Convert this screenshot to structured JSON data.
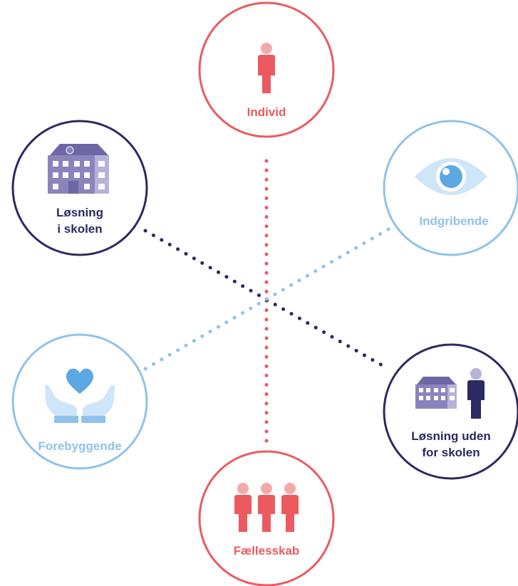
{
  "colors": {
    "red": "#ec5a5f",
    "red_light": "#f2aaa9",
    "navy": "#2b2a63",
    "purple": "#8a84bd",
    "purple_dark": "#6d67a6",
    "purple_light": "#b6b2d8",
    "blue": "#8fc3ea",
    "blue_mid": "#5ba8e3",
    "blue_light": "#cfe5f8"
  },
  "nodes": {
    "individ": {
      "label": "Individ",
      "icon": "person-icon"
    },
    "fallesskab": {
      "label": "Fællesskab",
      "icon": "group-of-people-icon"
    },
    "losning_i_skolen": {
      "label_line1": "Løsning",
      "label_line2": "i skolen",
      "icon": "school-building-icon"
    },
    "indgribende": {
      "label": "Indgribende",
      "icon": "eye-icon"
    },
    "forebyggende": {
      "label": "Forebyggende",
      "icon": "hands-heart-icon"
    },
    "losning_uden": {
      "label_line1": "Løsning uden",
      "label_line2": "for skolen",
      "icon": "school-and-person-icon"
    }
  }
}
